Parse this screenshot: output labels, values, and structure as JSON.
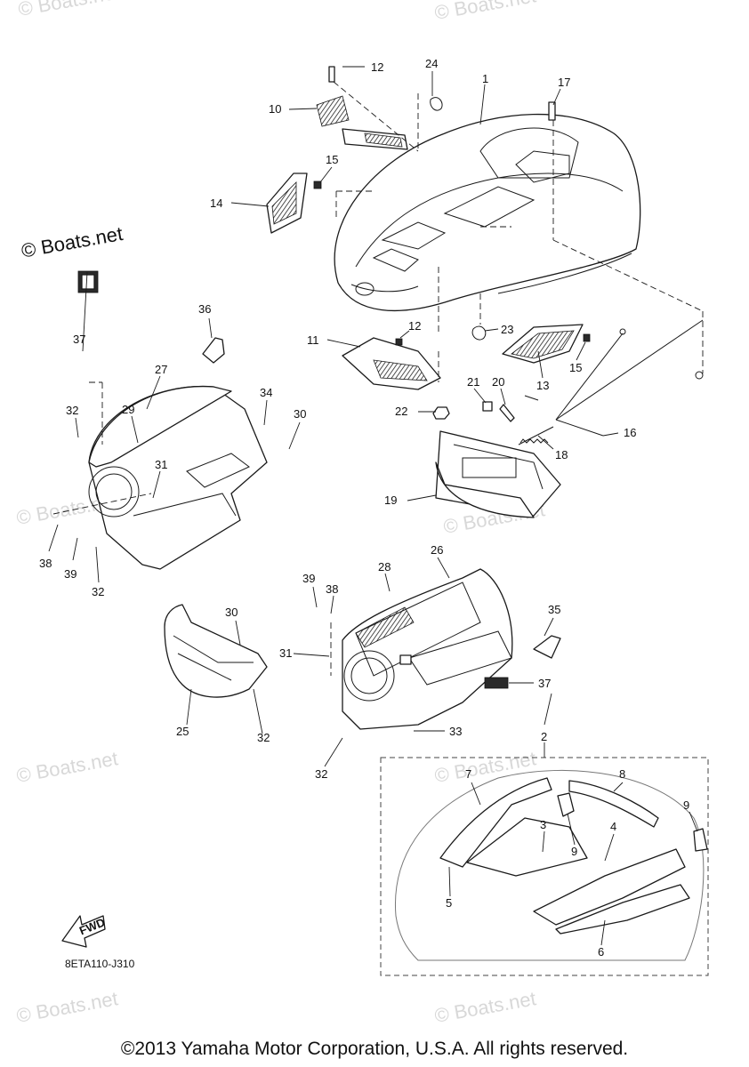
{
  "watermark": "© Boats.net",
  "diagram_code": "8ETA110-J310",
  "fwd_label": "FWD",
  "copyright": "©2013 Yamaha Motor Corporation, U.S.A. All rights reserved.",
  "callouts": {
    "c1": "1",
    "c2": "2",
    "c3": "3",
    "c4": "4",
    "c5": "5",
    "c6": "6",
    "c7": "7",
    "c8": "8",
    "c9a": "9",
    "c9b": "9",
    "c10": "10",
    "c11": "11",
    "c12a": "12",
    "c12b": "12",
    "c13": "13",
    "c14": "14",
    "c15a": "15",
    "c15b": "15",
    "c16": "16",
    "c17": "17",
    "c18": "18",
    "c19": "19",
    "c20": "20",
    "c21": "21",
    "c22": "22",
    "c23": "23",
    "c24": "24",
    "c25": "25",
    "c26": "26",
    "c27": "27",
    "c28": "28",
    "c29": "29",
    "c30a": "30",
    "c30b": "30",
    "c31a": "31",
    "c31b": "31",
    "c32a": "32",
    "c32b": "32",
    "c32c": "32",
    "c32d": "32",
    "c33": "33",
    "c34": "34",
    "c35": "35",
    "c36": "36",
    "c37a": "37",
    "c37b": "37",
    "c38a": "38",
    "c38b": "38",
    "c39a": "39",
    "c39b": "39"
  }
}
